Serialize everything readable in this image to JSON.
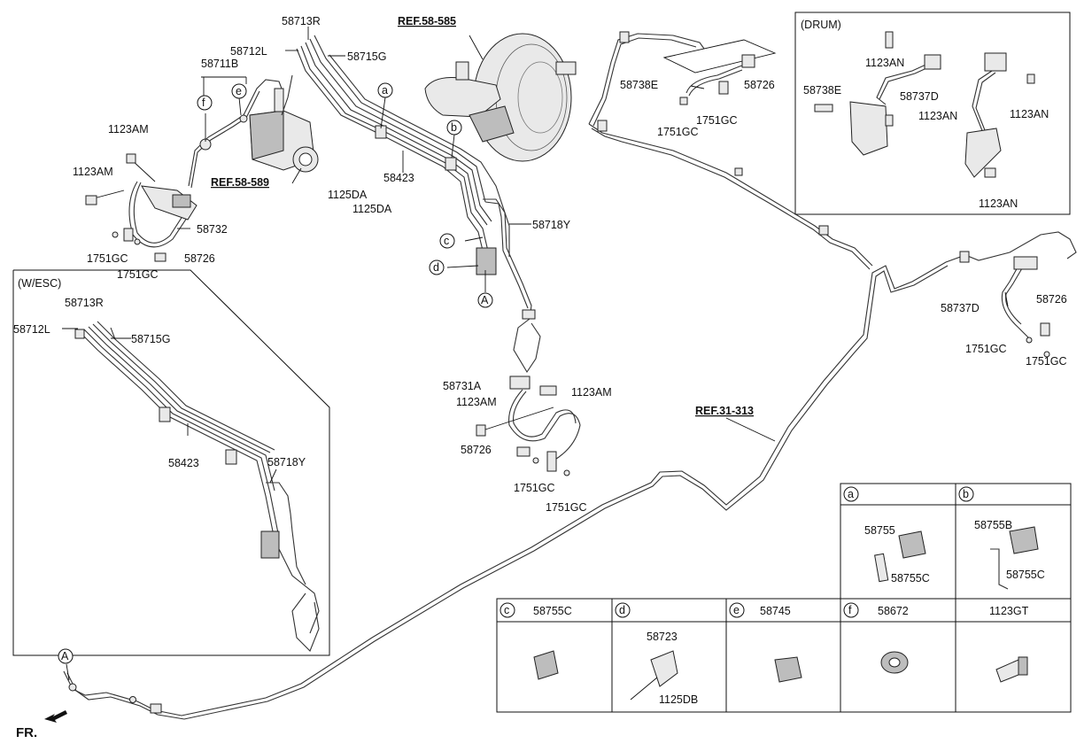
{
  "refs": {
    "ref_58_585": "REF.58-585",
    "ref_58_589": "REF.58-589",
    "ref_31_313": "REF.31-313"
  },
  "callouts": {
    "a": "a",
    "b": "b",
    "c": "c",
    "d": "d",
    "e": "e",
    "f": "f",
    "A": "A"
  },
  "main_labels": {
    "p58713R": "58713R",
    "p58712L": "58712L",
    "p58715G": "58715G",
    "p58711B": "58711B",
    "p1123AM_1": "1123AM",
    "p1123AM_2": "1123AM",
    "p58732": "58732",
    "p1751GC_1": "1751GC",
    "p1751GC_2": "1751GC",
    "p58726_1": "58726",
    "p1125DA_1": "1125DA",
    "p1125DA_2": "1125DA",
    "p58423": "58423",
    "p58718Y": "58718Y",
    "p58738E": "58738E",
    "p58726_2": "58726",
    "p1751GC_3": "1751GC",
    "p1751GC_4": "1751GC",
    "p58731A": "58731A",
    "p1123AM_3": "1123AM",
    "p1123AM_4": "1123AM",
    "p58726_3": "58726",
    "p1751GC_5": "1751GC",
    "p1751GC_6": "1751GC",
    "p58737D": "58737D",
    "p58726_4": "58726",
    "p1751GC_7": "1751GC",
    "p1751GC_8": "1751GC"
  },
  "drum_box": {
    "title": "(DRUM)",
    "p1123AN_1": "1123AN",
    "p58738E": "58738E",
    "p58737D": "58737D",
    "p1123AN_2": "1123AN",
    "p1123AN_3": "1123AN",
    "p1123AN_4": "1123AN"
  },
  "esc_box": {
    "title": "(W/ESC)",
    "p58713R": "58713R",
    "p58712L": "58712L",
    "p58715G": "58715G",
    "p58423": "58423",
    "p58718Y": "58718Y"
  },
  "table": {
    "a": {
      "letter": "a",
      "p1": "58755",
      "p2": "58755C"
    },
    "b": {
      "letter": "b",
      "p1": "58755B",
      "p2": "58755C"
    },
    "c": {
      "letter": "c",
      "label": "58755C"
    },
    "d": {
      "letter": "d",
      "p1": "58723",
      "p2": "1125DB"
    },
    "e": {
      "letter": "e",
      "label": "58745"
    },
    "f": {
      "letter": "f",
      "label": "58672"
    },
    "g": {
      "label": "1123GT"
    }
  },
  "front_indicator": "FR."
}
